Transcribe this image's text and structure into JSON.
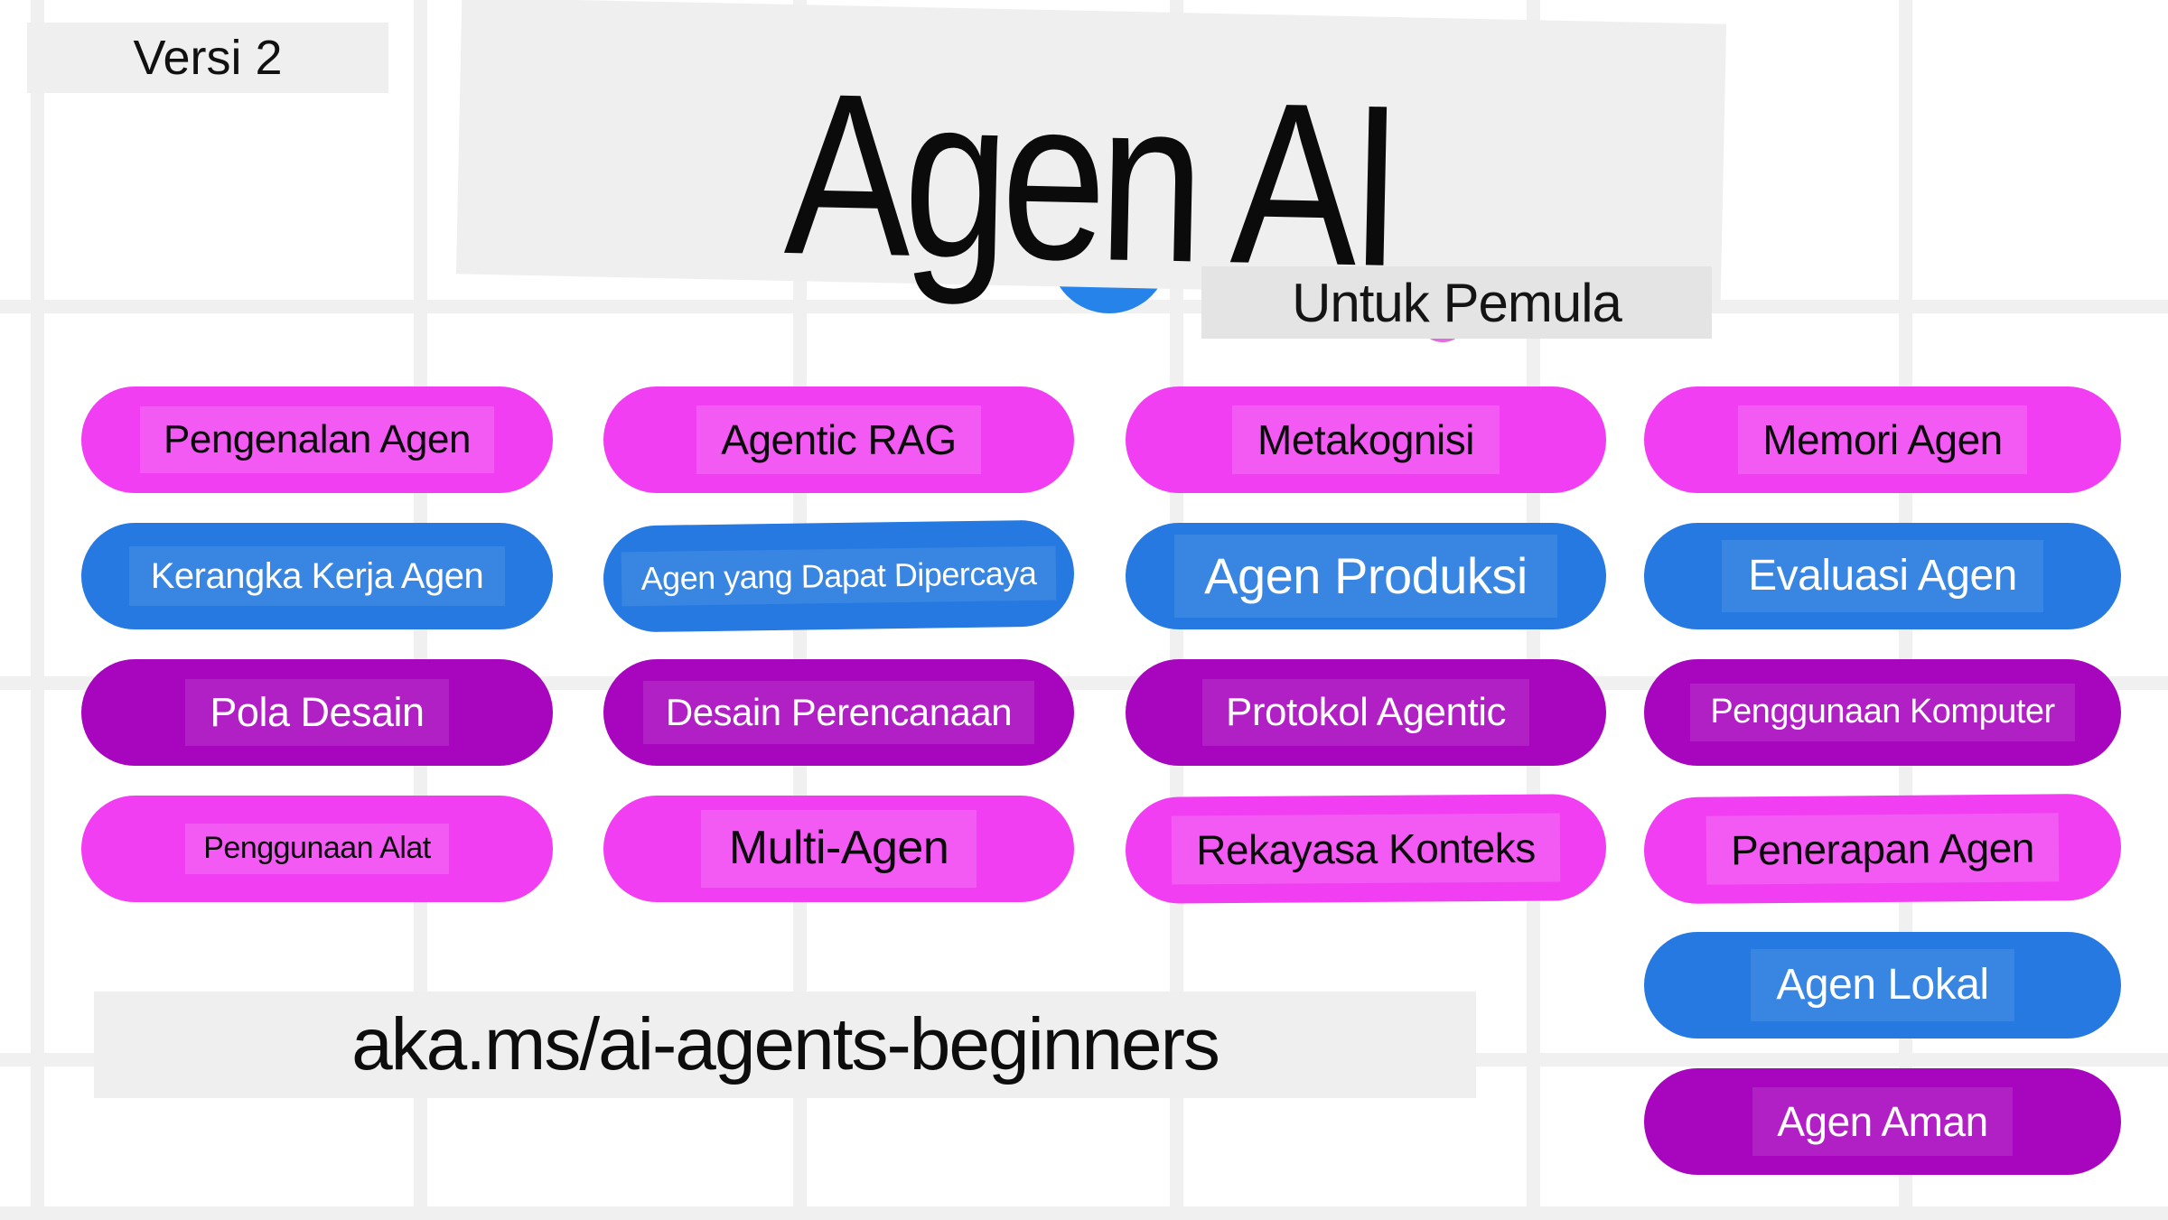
{
  "version_badge": "Versi 2",
  "header": {
    "title": "Agen AI",
    "subtitle": "Untuk Pemula"
  },
  "link": "aka.ms/ai-agents-beginners",
  "colors": {
    "pink": "#F23EF2",
    "blue": "#2579E0",
    "purple": "#A805BE",
    "decor_blue": "#2583EA",
    "decor_pink": "#E36BE0"
  },
  "columns": [
    {
      "items": [
        {
          "label": "Pengenalan Agen",
          "color": "pink"
        },
        {
          "label": "Kerangka Kerja Agen",
          "color": "blue"
        },
        {
          "label": "Pola Desain",
          "color": "purple"
        },
        {
          "label": "Penggunaan Alat",
          "color": "pink"
        }
      ]
    },
    {
      "items": [
        {
          "label": "Agentic RAG",
          "color": "pink"
        },
        {
          "label": "Agen yang Dapat Dipercaya",
          "color": "blue"
        },
        {
          "label": "Desain Perencanaan",
          "color": "purple"
        },
        {
          "label": "Multi-Agen",
          "color": "pink"
        }
      ]
    },
    {
      "items": [
        {
          "label": "Metakognisi",
          "color": "pink"
        },
        {
          "label": "Agen Produksi",
          "color": "blue"
        },
        {
          "label": "Protokol Agentic",
          "color": "purple"
        },
        {
          "label": "Rekayasa Konteks",
          "color": "pink"
        }
      ]
    },
    {
      "items": [
        {
          "label": "Memori Agen",
          "color": "pink"
        },
        {
          "label": "Evaluasi Agen",
          "color": "blue"
        },
        {
          "label": "Penggunaan Komputer",
          "color": "purple"
        },
        {
          "label": "Penerapan Agen",
          "color": "pink"
        },
        {
          "label": "Agen Lokal",
          "color": "blue"
        },
        {
          "label": "Agen Aman",
          "color": "purple"
        }
      ]
    }
  ]
}
